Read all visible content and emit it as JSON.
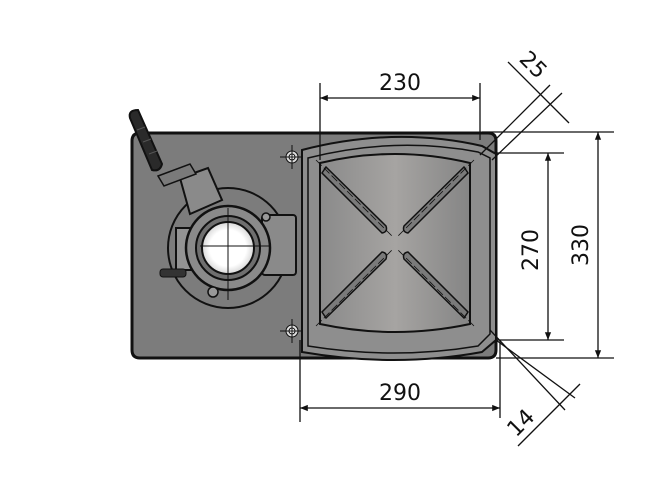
{
  "drawing": {
    "title": "Drill press base / work table - top view dimensions",
    "units": "mm",
    "colors": {
      "base_plate": "#7c7c7c",
      "table": "#8e8e8e",
      "table_inner": "#9a9896",
      "outline": "#111111",
      "background": "#ffffff"
    }
  },
  "dimensions": {
    "table_width_top": "230",
    "slot_offset_top": "25",
    "table_depth_inner": "270",
    "base_depth_overall": "330",
    "base_width_bottom": "290",
    "slot_offset_bottom": "14"
  }
}
